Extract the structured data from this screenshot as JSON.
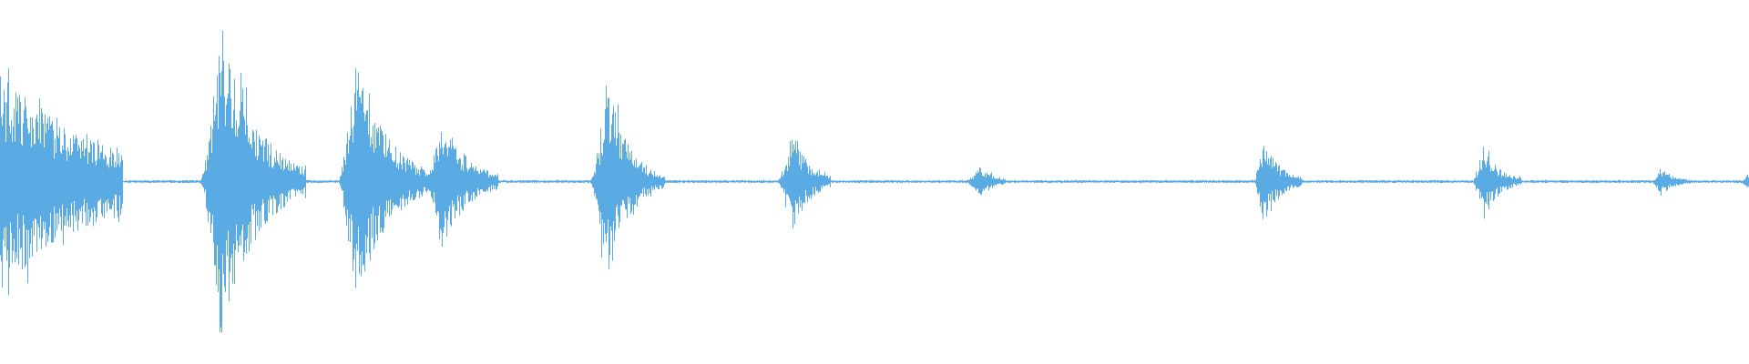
{
  "waveform": {
    "color": "#5aaae3",
    "background": "#ffffff",
    "bursts": [
      {
        "start": 0.0,
        "peak": 0.0,
        "amp": 0.3,
        "decay": 0.06,
        "end": 0.07
      },
      {
        "start": 0.114,
        "peak": 0.126,
        "amp": 0.44,
        "decay": 0.02,
        "end": 0.175
      },
      {
        "start": 0.193,
        "peak": 0.203,
        "amp": 0.35,
        "decay": 0.018,
        "end": 0.245
      },
      {
        "start": 0.243,
        "peak": 0.252,
        "amp": 0.19,
        "decay": 0.015,
        "end": 0.285
      },
      {
        "start": 0.337,
        "peak": 0.347,
        "amp": 0.29,
        "decay": 0.012,
        "end": 0.38
      },
      {
        "start": 0.444,
        "peak": 0.453,
        "amp": 0.14,
        "decay": 0.01,
        "end": 0.475
      },
      {
        "start": 0.551,
        "peak": 0.561,
        "amp": 0.045,
        "decay": 0.008,
        "end": 0.575
      },
      {
        "start": 0.717,
        "peak": 0.722,
        "amp": 0.12,
        "decay": 0.01,
        "end": 0.745
      },
      {
        "start": 0.842,
        "peak": 0.848,
        "amp": 0.1,
        "decay": 0.01,
        "end": 0.87
      },
      {
        "start": 0.944,
        "peak": 0.95,
        "amp": 0.04,
        "decay": 0.008,
        "end": 0.97
      },
      {
        "start": 0.995,
        "peak": 1.0,
        "amp": 0.025,
        "decay": 0.004,
        "end": 1.0
      }
    ],
    "noise_floor": 0.004
  }
}
